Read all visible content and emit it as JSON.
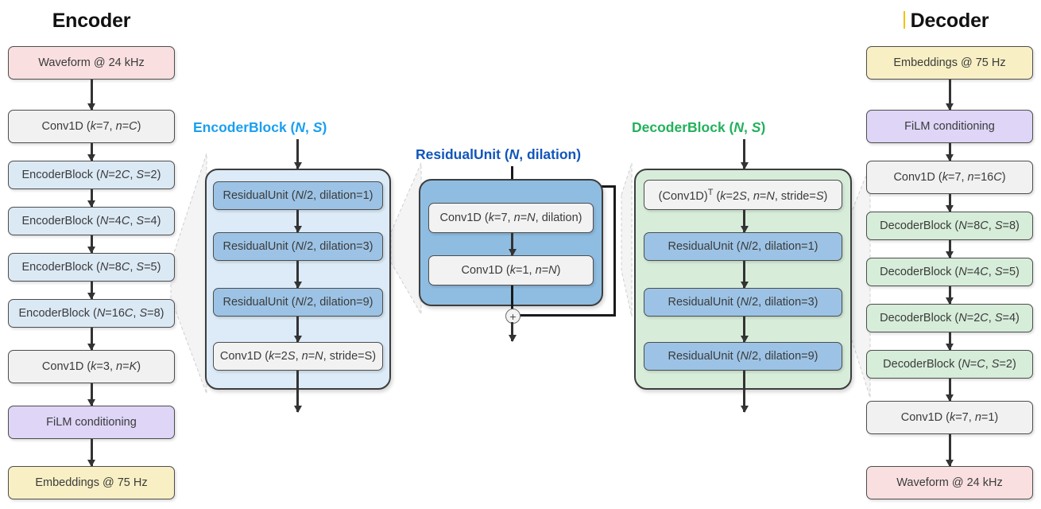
{
  "diagram": {
    "title_encoder": "Encoder",
    "title_decoder": "Decoder",
    "colors": {
      "encoder_block_title": "#1a9ff0",
      "residual_unit_title": "#1155bb",
      "decoder_block_title": "#22b15c",
      "waveform_box": "#f9dfe0",
      "embeddings_box": "#f8f0c4",
      "film_box": "#ded5f7",
      "conv_box": "#f1f1f1",
      "encoder_block_box": "#dbe9f5",
      "decoder_block_box": "#d6edd9",
      "residual_unit_box": "#9cc3e5",
      "encoder_panel": "#dcebf7",
      "residual_panel": "#8fbde2",
      "decoder_panel": "#d7edda"
    }
  },
  "encoder_column": {
    "heading": "Encoder",
    "nodes": [
      {
        "label": "Waveform @ 24 kHz",
        "kind": "io"
      },
      {
        "label": "Conv1D (k=7, n=C)",
        "kind": "conv"
      },
      {
        "label": "EncoderBlock (N=2C, S=2)",
        "kind": "block"
      },
      {
        "label": "EncoderBlock (N=4C, S=4)",
        "kind": "block"
      },
      {
        "label": "EncoderBlock (N=8C, S=5)",
        "kind": "block"
      },
      {
        "label": "EncoderBlock (N=16C, S=8)",
        "kind": "block"
      },
      {
        "label": "Conv1D (k=3, n=K)",
        "kind": "conv"
      },
      {
        "label": "FiLM conditioning",
        "kind": "film"
      },
      {
        "label": "Embeddings @ 75 Hz",
        "kind": "io"
      }
    ]
  },
  "encoder_block_panel": {
    "title": "EncoderBlock (N, S)",
    "nodes": [
      {
        "label": "ResidualUnit (N/2, dilation=1)",
        "kind": "residual"
      },
      {
        "label": "ResidualUnit (N/2, dilation=3)",
        "kind": "residual"
      },
      {
        "label": "ResidualUnit (N/2, dilation=9)",
        "kind": "residual"
      },
      {
        "label": "Conv1D (k=2S, n=N, stride=S)",
        "kind": "conv"
      }
    ]
  },
  "residual_unit_panel": {
    "title": "ResidualUnit (N, dilation)",
    "nodes": [
      {
        "label": "Conv1D (k=7, n=N, dilation)",
        "kind": "conv"
      },
      {
        "label": "Conv1D (k=1, n=N)",
        "kind": "conv"
      }
    ],
    "sum_symbol": "+"
  },
  "decoder_block_panel": {
    "title": "DecoderBlock (N, S)",
    "nodes": [
      {
        "label": "(Conv1D)T (k=2S, n=N, stride=S)",
        "kind": "transconv"
      },
      {
        "label": "ResidualUnit (N/2, dilation=1)",
        "kind": "residual"
      },
      {
        "label": "ResidualUnit (N/2, dilation=3)",
        "kind": "residual"
      },
      {
        "label": "ResidualUnit (N/2, dilation=9)",
        "kind": "residual"
      }
    ]
  },
  "decoder_column": {
    "heading": "Decoder",
    "nodes": [
      {
        "label": "Embeddings @ 75 Hz",
        "kind": "io"
      },
      {
        "label": "FiLM conditioning",
        "kind": "film"
      },
      {
        "label": "Conv1D (k=7, n=16C)",
        "kind": "conv"
      },
      {
        "label": "DecoderBlock (N=8C, S=8)",
        "kind": "block"
      },
      {
        "label": "DecoderBlock (N=4C, S=5)",
        "kind": "block"
      },
      {
        "label": "DecoderBlock (N=2C, S=4)",
        "kind": "block"
      },
      {
        "label": "DecoderBlock (N=C, S=2)",
        "kind": "block"
      },
      {
        "label": "Conv1D (k=7, n=1)",
        "kind": "conv"
      },
      {
        "label": "Waveform @ 24 kHz",
        "kind": "io"
      }
    ]
  }
}
